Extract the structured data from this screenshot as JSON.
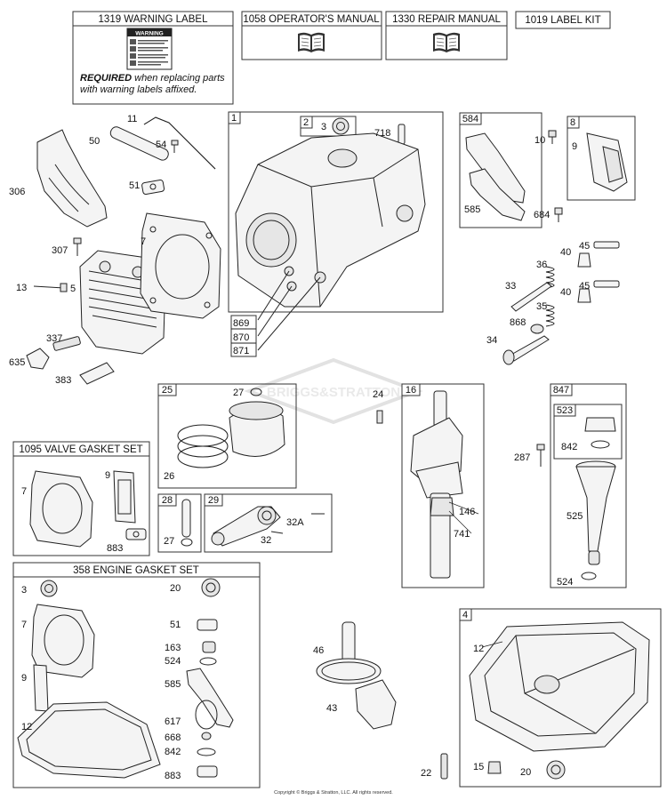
{
  "kits": {
    "warning_label": "1319 WARNING LABEL",
    "operators_manual": "1058 OPERATOR'S MANUAL",
    "repair_manual": "1330 REPAIR MANUAL",
    "label_kit": "1019 LABEL KIT",
    "valve_gasket_set": "1095 VALVE GASKET SET",
    "engine_gasket_set": "358 ENGINE GASKET SET"
  },
  "notice": {
    "required": "REQUIRED",
    "rest": " when replacing parts with warning labels affixed."
  },
  "warning_sticker": "WARNING",
  "watermark": "BRIGGS&STRATTON",
  "copyright": "Copyright © Briggs & Stratton, LLC. All rights reserved.",
  "callouts": {
    "c1": "1",
    "c2": "2",
    "c3": "3",
    "c718": "718",
    "c11": "11",
    "c50": "50",
    "c54": "54",
    "c51": "51",
    "c306": "306",
    "c307": "307",
    "c7": "7",
    "c13": "13",
    "c5": "5",
    "c337": "337",
    "c635": "635",
    "c383": "383",
    "c869": "869",
    "c870": "870",
    "c871": "871",
    "c584": "584",
    "c585": "585",
    "c8": "8",
    "c10": "10",
    "c9": "9",
    "c684": "684",
    "c40a": "40",
    "c45a": "45",
    "c36": "36",
    "c33": "33",
    "c40b": "40",
    "c45b": "45",
    "c868": "868",
    "c35": "35",
    "c34": "34",
    "c25": "25",
    "c27a": "27",
    "c26": "26",
    "c24": "24",
    "c16": "16",
    "c28": "28",
    "c27b": "27",
    "c29": "29",
    "c32a": "32A",
    "c32": "32",
    "c146": "146",
    "c741": "741",
    "c847": "847",
    "c523": "523",
    "c842a": "842",
    "c287": "287",
    "c525": "525",
    "c524a": "524",
    "vgs7": "7",
    "vgs9": "9",
    "vgs883": "883",
    "egs3": "3",
    "egs20": "20",
    "egs7": "7",
    "egs51": "51",
    "egs163": "163",
    "egs524": "524",
    "egs9": "9",
    "egs585": "585",
    "egs12": "12",
    "egs617": "617",
    "egs668": "668",
    "egs842": "842",
    "egs883": "883",
    "c46": "46",
    "c43": "43",
    "c22": "22",
    "c4": "4",
    "c12": "12",
    "c15": "15",
    "c20": "20"
  }
}
